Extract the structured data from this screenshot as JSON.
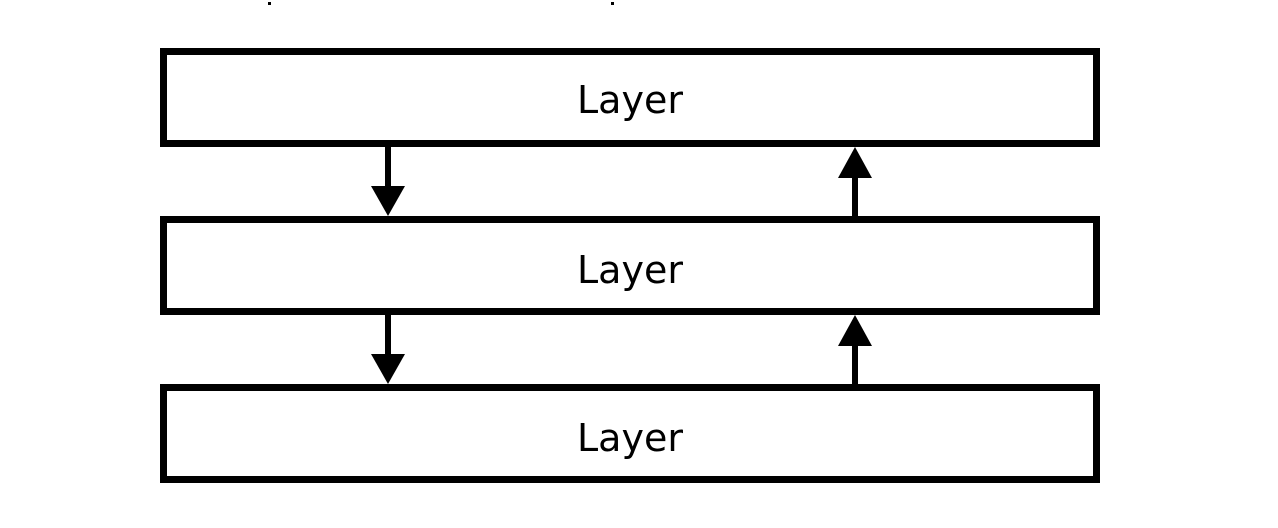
{
  "diagram": {
    "layers": [
      {
        "label": "Layer"
      },
      {
        "label": "Layer"
      },
      {
        "label": "Layer"
      }
    ],
    "arrows": [
      {
        "from": 0,
        "to": 1,
        "direction": "down"
      },
      {
        "from": 1,
        "to": 0,
        "direction": "up"
      },
      {
        "from": 1,
        "to": 2,
        "direction": "down"
      },
      {
        "from": 2,
        "to": 1,
        "direction": "up"
      }
    ],
    "colors": {
      "stroke": "#000000",
      "fill": "#ffffff"
    }
  }
}
